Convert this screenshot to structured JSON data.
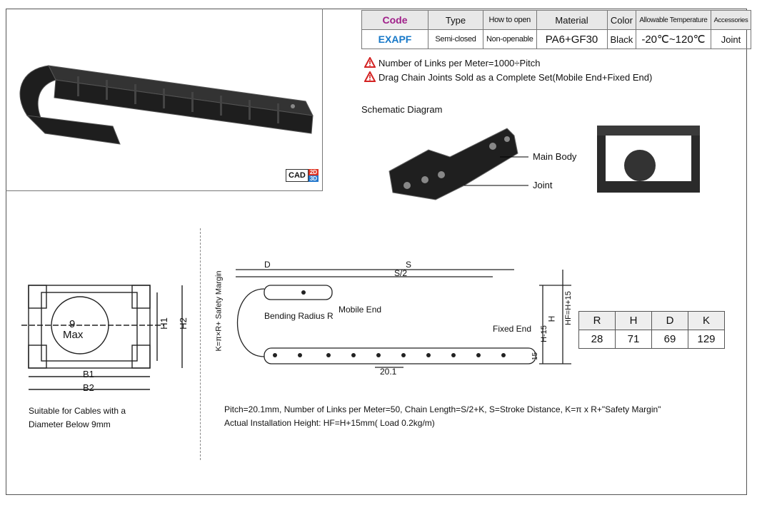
{
  "spec_table": {
    "headers": [
      "Code",
      "Type",
      "How to open",
      "Material",
      "Color",
      "Allowable Temperature",
      "Accessories"
    ],
    "values": [
      "EXAPF",
      "Semi-closed",
      "Non-openable",
      "PA6+GF30",
      "Black",
      "-20℃~120℃",
      "Joint"
    ]
  },
  "notes": [
    "Number of Links per Meter=1000÷Pitch",
    "Drag Chain Joints Sold as a Complete Set(Mobile End+Fixed End)"
  ],
  "cad_badge": {
    "main": "CAD",
    "top": "2D",
    "bottom": "3D"
  },
  "schematic": {
    "title": "Schematic Diagram",
    "main_body": "Main Body",
    "joint": "Joint"
  },
  "cross_section": {
    "dia": "9",
    "max": "Max",
    "b1": "B1",
    "b2": "B2",
    "h1": "H1",
    "h2": "H2"
  },
  "side_view": {
    "d": "D",
    "s": "S",
    "s2": "S/2",
    "mobile_end": "Mobile End",
    "fixed_end": "Fixed End",
    "bending_radius": "Bending Radius R",
    "safety_margin": "K=π×R+ Safety Margin",
    "pitch": "20.1",
    "h": "H",
    "h15": "H-15",
    "hf": "HF=H+15",
    "fifteen": "15"
  },
  "dim_table": {
    "headers": [
      "R",
      "H",
      "D",
      "K"
    ],
    "values": [
      "28",
      "71",
      "69",
      "129"
    ]
  },
  "cable_note": [
    "Suitable for Cables with a",
    "Diameter Below 9mm"
  ],
  "formula_note": [
    "Pitch=20.1mm, Number of Links per Meter=50, Chain Length=S/2+K, S=Stroke Distance, K=π x R+\"Safety Margin\"",
    "Actual Installation Height: HF=H+15mm( Load 0.2kg/m)"
  ],
  "colors": {
    "code_header": "#a0208a",
    "code_value": "#1778c8",
    "warning": "#d32222"
  }
}
